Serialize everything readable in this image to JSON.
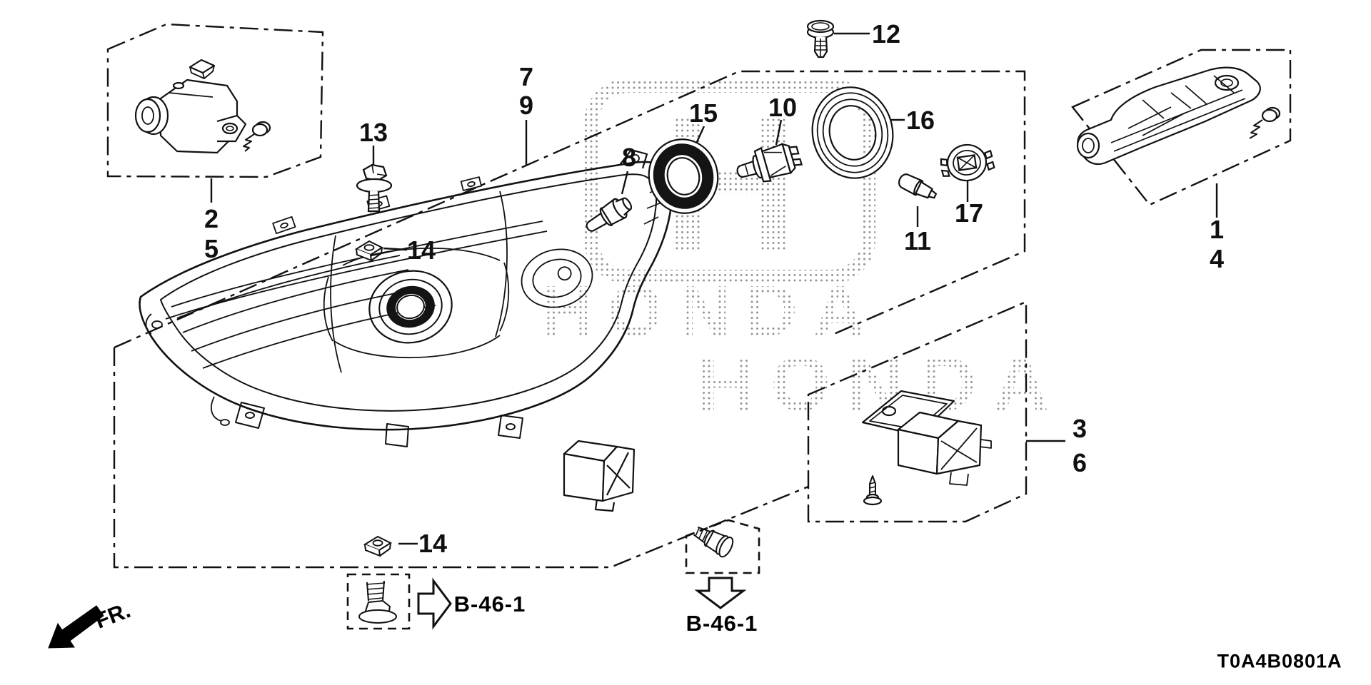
{
  "watermark": {
    "logo_letter": "H",
    "wordmark": "HONDA"
  },
  "callouts": {
    "c1": "1",
    "c2": "2",
    "c3": "3",
    "c4": "4",
    "c5": "5",
    "c6": "6",
    "c7": "7",
    "c8": "8",
    "c9": "9",
    "c10": "10",
    "c11": "11",
    "c12": "12",
    "c13": "13",
    "c14_top": "14",
    "c14_bottom": "14",
    "c15": "15",
    "c16": "16",
    "c17": "17"
  },
  "references": {
    "left": "B-46-1",
    "bottom": "B-46-1"
  },
  "orientation": {
    "front_label": "FR."
  },
  "footer": {
    "diagram_code": "T0A4B0801A"
  }
}
